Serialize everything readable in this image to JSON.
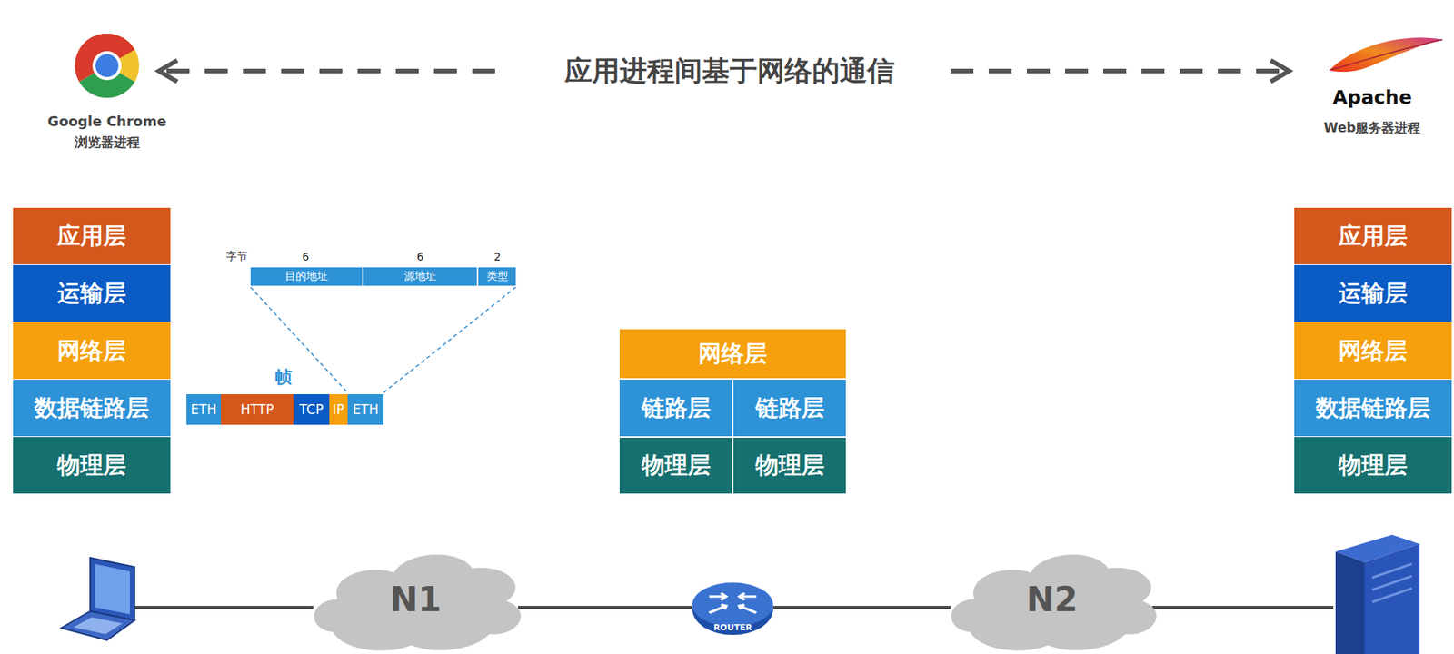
{
  "diagram": {
    "nodes": [
      {
        "text": [
          "应用层"
        ]
      },
      {
        "text": [
          "运输层"
        ]
      },
      {
        "text": [
          "网络层"
        ]
      },
      {
        "text": [
          "数据链路层"
        ]
      },
      {
        "text": [
          "物理层"
        ]
      },
      {
        "text": [
          "目的地址"
        ]
      },
      {
        "text": [
          "源地址"
        ]
      },
      {
        "text": [
          "类型"
        ]
      },
      {
        "text": [
          "ETH"
        ]
      },
      {
        "text": [
          "HTTP"
        ]
      },
      {
        "text": [
          "TCP"
        ]
      },
      {
        "text": [
          "IP"
        ]
      },
      {
        "text": [
          "ETH"
        ]
      },
      {
        "text": [
          "网络层"
        ]
      },
      {
        "text": [
          "链路层"
        ]
      },
      {
        "text": [
          "链路层"
        ]
      },
      {
        "text": [
          "物理层"
        ]
      },
      {
        "text": [
          "物理层"
        ]
      },
      {
        "text": [
          "应用层"
        ]
      },
      {
        "text": [
          "运输层"
        ]
      },
      {
        "text": [
          "网络层"
        ]
      },
      {
        "text": [
          "数据链路层"
        ]
      },
      {
        "text": [
          "物理层"
        ]
      },
      {
        "text": [
          "N1"
        ]
      },
      {
        "text": [
          "ROUTER"
        ]
      },
      {
        "text": [
          "N2"
        ]
      }
    ],
    "edges": [
      {
        "from": 23,
        "to": 24,
        "arrow": "none"
      },
      {
        "from": 24,
        "to": 25,
        "arrow": "none"
      }
    ],
    "labels": [
      "应用进程间基于网络的通信",
      "Google Chrome",
      "浏览器进程",
      "Apache",
      "Web服务器进程",
      "字节",
      "6",
      "6",
      "2",
      "帧"
    ]
  }
}
